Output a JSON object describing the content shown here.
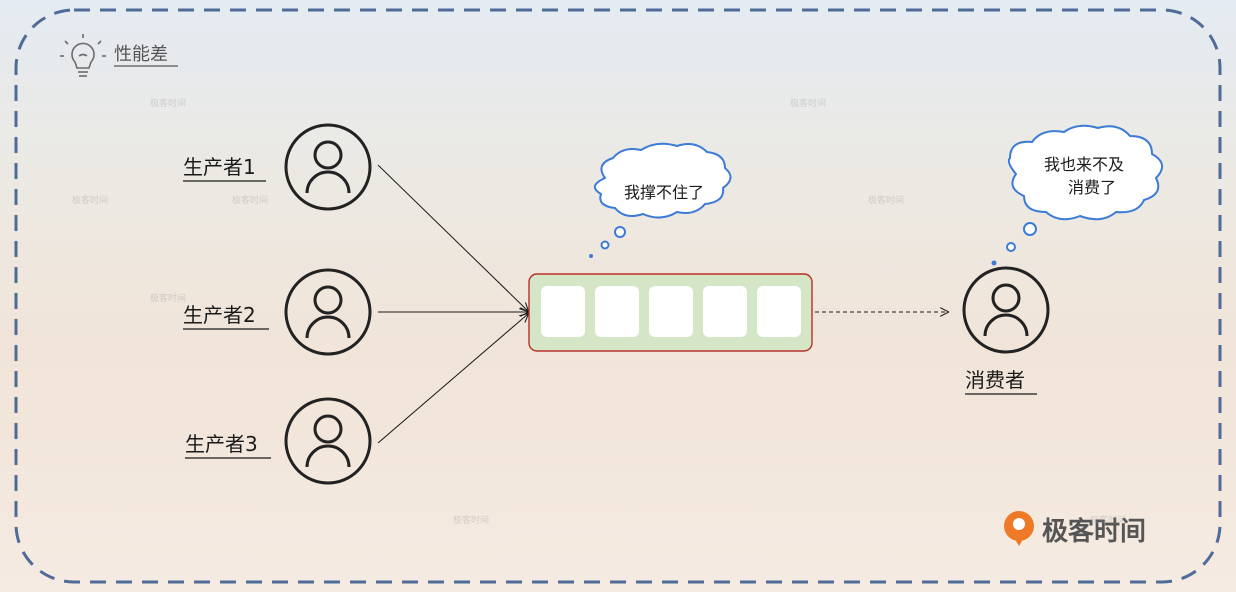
{
  "title": "性能差",
  "producers": [
    {
      "label": "生产者1"
    },
    {
      "label": "生产者2"
    },
    {
      "label": "生产者3"
    }
  ],
  "consumer": {
    "label": "消费者"
  },
  "queue": {
    "slots": 5,
    "fill_color": "#d5e6c6",
    "border_color": "#b8302a"
  },
  "queue_thought": "我撑不住了",
  "consumer_thought": [
    "我也来不及",
    "消费了"
  ],
  "logo": {
    "text": "极客时间",
    "color": "#ee7a27"
  },
  "watermark_text": "极客时间",
  "icons": {
    "title": "lightbulb-icon",
    "person": "user-icon"
  },
  "colors": {
    "border_dash": "#4f6b97",
    "ink": "#1a1a1a"
  }
}
